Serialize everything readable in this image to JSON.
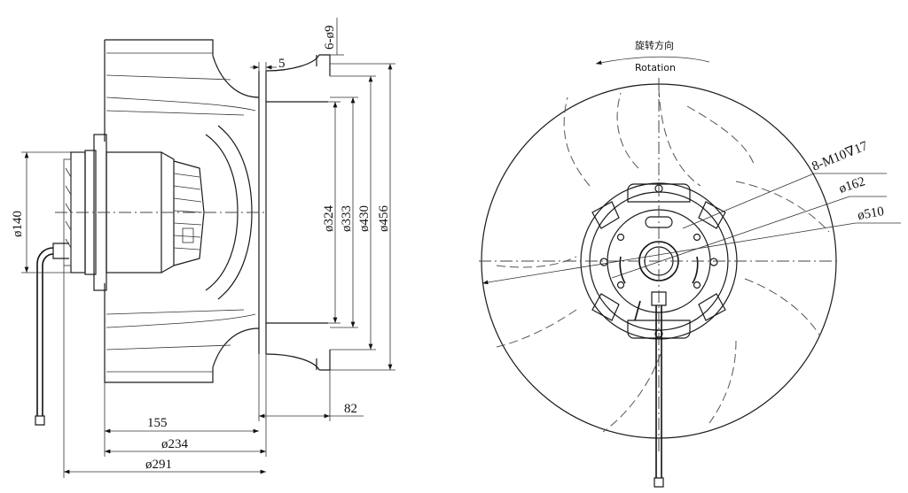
{
  "side_view": {
    "dims": {
      "d140": "ø140",
      "d324": "ø324",
      "d333": "ø333",
      "d430": "ø430",
      "d456": "ø456",
      "holes": "6-ø9",
      "flange": "5",
      "len155": "155",
      "d234": "ø234",
      "d291": "ø291",
      "len82": "82"
    }
  },
  "front_view": {
    "rotation_cn": "旋转方向",
    "rotation_en": "Rotation",
    "leaders": {
      "bolts": "8-M10∇17",
      "d162": "ø162",
      "d510": "ø510"
    }
  }
}
